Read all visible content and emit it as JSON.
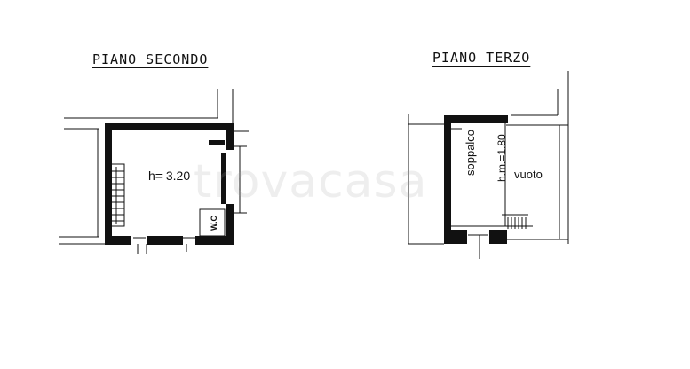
{
  "floors": [
    {
      "title": "PIANO SECONDO",
      "room_height": "h= 3.20",
      "wc_label": "W.C"
    },
    {
      "title": "PIANO TERZO",
      "mezzanine_label": "soppalco",
      "mezzanine_height": "h.m.=1.80",
      "void_label": "vuoto"
    }
  ],
  "watermark": "trovacasa"
}
